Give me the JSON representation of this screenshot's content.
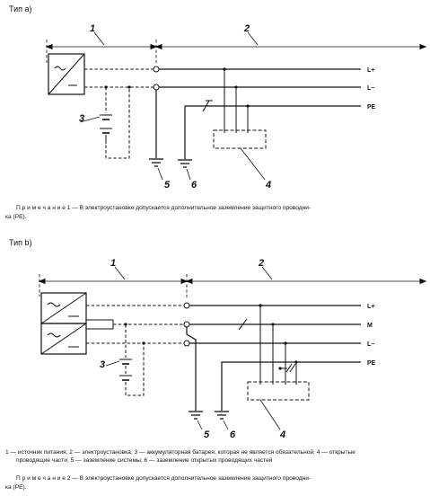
{
  "type_a": {
    "caption": "Тип а)",
    "callouts": [
      "1",
      "2",
      "3",
      "4",
      "5",
      "6"
    ],
    "conductors": [
      "L+",
      "L−",
      "PE"
    ],
    "note": {
      "line1": "П р и м е ч а н и е  1 — В электроустановке допускается дополнительное заземление защитного проводни-",
      "line2": "ка (PE)."
    }
  },
  "type_b": {
    "caption": "Тип b)",
    "callouts": [
      "1",
      "2",
      "3",
      "4",
      "5",
      "6"
    ],
    "conductors": [
      "L+",
      "M",
      "L−",
      "PE"
    ]
  },
  "legend": {
    "line1": "1 — источник питания; 2 — электроустановка; 3 — аккумуляторная батарея, которая не является обязательной; 4 — открытые",
    "line2": "проводящие части; 5 — заземление системы; 6 — заземление открытых проводящих частей"
  },
  "note2": {
    "line1": "П р и м е ч а н и е  2 — В электроустановке допускается дополнительное заземление защитного проводни-",
    "line2": "ка (PE)."
  },
  "icons": [
    "dc-source-icon",
    "battery-icon",
    "earth-icon",
    "fuse-icon"
  ]
}
